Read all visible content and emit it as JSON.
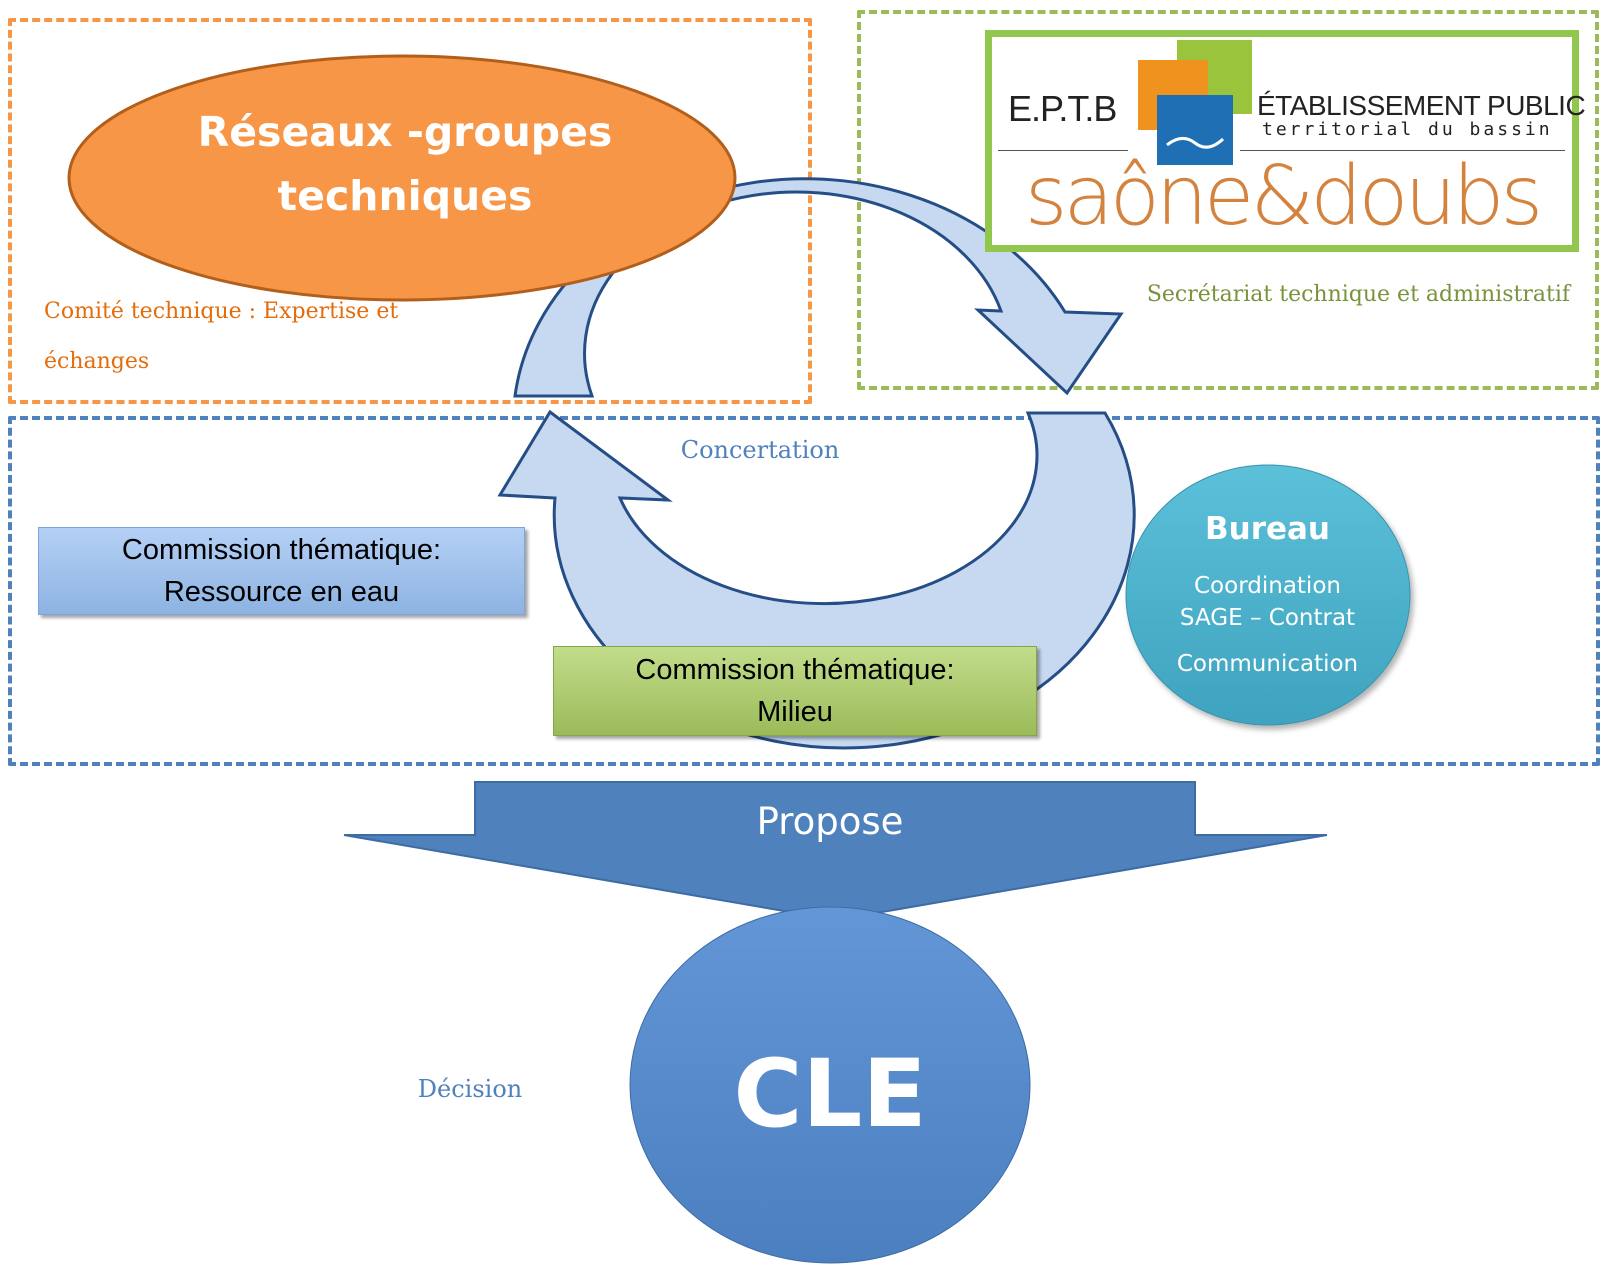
{
  "zones": {
    "technique": {
      "color": "#f79646",
      "label": "Comité technique : Expertise et échanges"
    },
    "secretariat": {
      "color": "#9bbb59",
      "label": "Secrétariat technique et administratif"
    },
    "concertation": {
      "color": "#4f81bd",
      "label": "Concertation"
    }
  },
  "reseaux": {
    "title": "Réseaux -groupes techniques",
    "color": "#f79646"
  },
  "logo": {
    "eptb": "E.P.T.B",
    "etablissement": "ÉTABLISSEMENT PUBLIC",
    "territorial": "territorial du bassin",
    "saone_doubs": "saône&doubs",
    "frame_color": "#92c74e"
  },
  "commissions": [
    {
      "line1": "Commission thématique:",
      "line2": "Ressource en eau",
      "color": "#8db3e2"
    },
    {
      "line1": "Commission thématique:",
      "line2": "Milieu",
      "color": "#9bbb59"
    }
  ],
  "bureau": {
    "title": "Bureau",
    "lines": [
      "Coordination",
      "SAGE – Contrat",
      "Communication"
    ],
    "color": "#4bacc6"
  },
  "propose": {
    "label": "Propose",
    "color": "#4f81bd"
  },
  "cle": {
    "label": "CLE",
    "color": "#5a8ccc"
  },
  "decision": {
    "label": "Décision"
  },
  "cycle_arrows": {
    "fill": "#c6d9f1",
    "stroke": "#254e86"
  }
}
